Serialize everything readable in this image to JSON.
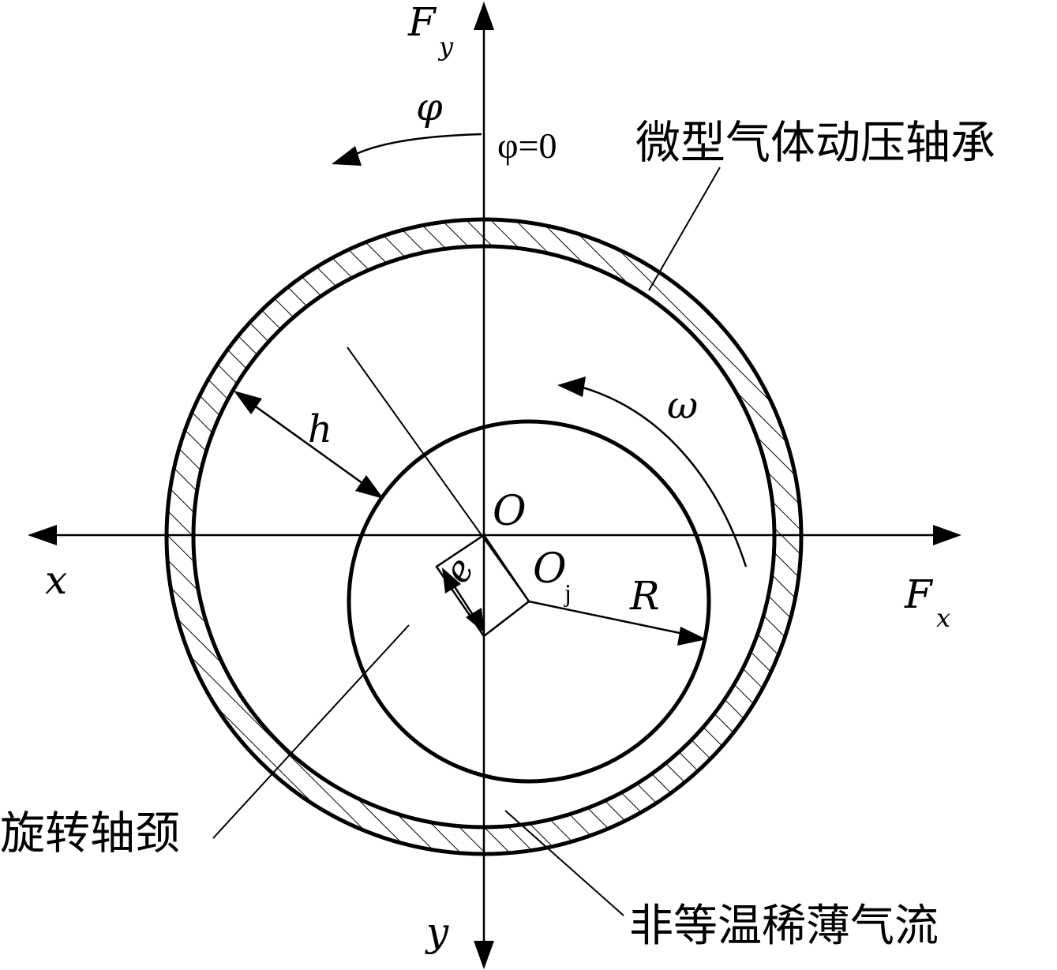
{
  "labels": {
    "fy_main": "F",
    "fy_sub": "y",
    "phi": "φ",
    "phi_zero": "φ=0",
    "bearing": "微型气体动压轴承",
    "omega": "ω",
    "h": "h",
    "origin": "O",
    "oj_main": "O",
    "oj_sub": "j",
    "e": "e",
    "r": "R",
    "x": "x",
    "fx_main": "F",
    "fx_sub": "x",
    "journal": "旋转轴颈",
    "flow": "非等温稀薄气流",
    "y": "y"
  },
  "colors": {
    "stroke": "#000000",
    "background": "#ffffff"
  }
}
